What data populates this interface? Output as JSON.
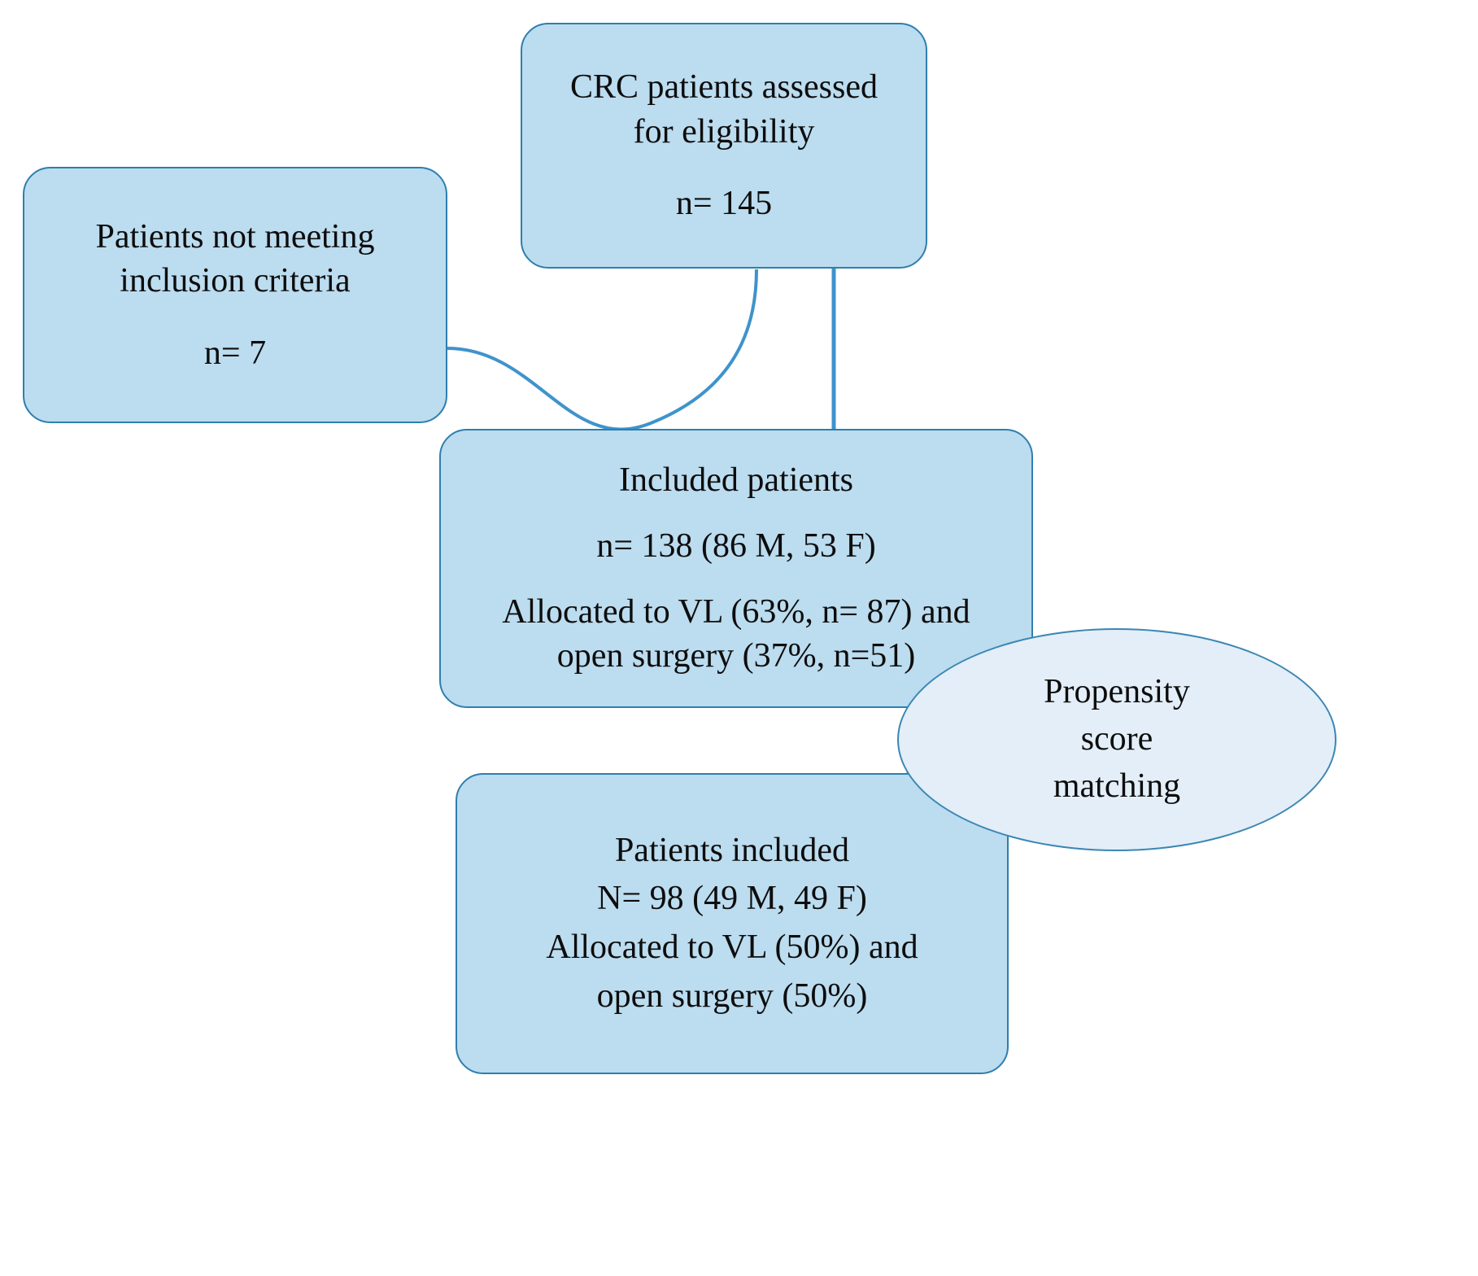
{
  "diagram": {
    "title": "CRC patient selection flow diagram",
    "type": "flowchart",
    "colors": {
      "box_fill": "#bcdcef",
      "box_stroke": "#2e7fae",
      "ellipse_fill": "#e3eef8",
      "ellipse_stroke": "#3b86b3",
      "connector": "#3f93cc",
      "text": "#0d0d0d",
      "background": "#ffffff"
    },
    "nodes": {
      "assessed": {
        "shape": "rounded-rect",
        "lines": [
          "CRC patients  assessed",
          "for eligibility",
          "n= 145"
        ]
      },
      "excluded": {
        "shape": "rounded-rect",
        "lines": [
          "Patients  not meeting",
          "inclusion  criteria",
          "n= 7"
        ]
      },
      "included": {
        "shape": "rounded-rect",
        "lines": [
          "Included  patients",
          "n= 138 (86 M, 53 F)",
          "Allocated  to VL (63%, n= 87) and",
          "open surgery  (37%, n=51)"
        ]
      },
      "propensity": {
        "shape": "ellipse",
        "lines": [
          "Propensity",
          "score",
          "matching"
        ]
      },
      "matched": {
        "shape": "rounded-rect",
        "lines": [
          "Patients included",
          "N= 98 (49 M, 49 F)",
          "Allocated  to VL (50%) and",
          "open surgery  (50%)"
        ]
      }
    },
    "connectors": [
      {
        "name": "assessed-to-excluded",
        "style": "curved"
      },
      {
        "name": "assessed-to-included",
        "style": "straight-vertical"
      },
      {
        "name": "included-to-matched",
        "style": "straight-vertical"
      }
    ]
  }
}
